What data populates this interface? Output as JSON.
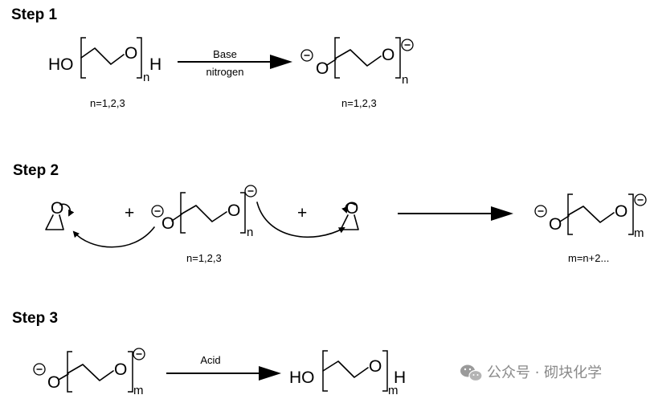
{
  "steps": [
    {
      "label": "Step 1",
      "reactant": {
        "left_group": "HO",
        "chain_atom": "O",
        "repeat_sub": "n",
        "right_group": "H",
        "note": "n=1,2,3"
      },
      "conditions": {
        "above": "Base",
        "below": "nitrogen"
      },
      "product": {
        "left_group": "O",
        "chain_atom": "O",
        "repeat_sub": "n",
        "note": "n=1,2,3"
      }
    },
    {
      "label": "Step 2",
      "epoxide_atom": "O",
      "plus": "+",
      "alkoxide": {
        "left_group": "O",
        "chain_atom": "O",
        "repeat_sub": "n",
        "note": "n=1,2,3"
      },
      "product": {
        "left_group": "O",
        "chain_atom": "O",
        "repeat_sub": "m",
        "note": "m=n+2..."
      }
    },
    {
      "label": "Step 3",
      "reactant": {
        "left_group": "O",
        "chain_atom": "O",
        "repeat_sub": "m"
      },
      "conditions": {
        "above": "Acid"
      },
      "product": {
        "left_group": "HO",
        "chain_atom": "O",
        "repeat_sub": "m",
        "right_group": "H"
      }
    }
  ],
  "watermark": {
    "icon": "wechat-icon",
    "text": "公众号 · 砌块化学"
  }
}
